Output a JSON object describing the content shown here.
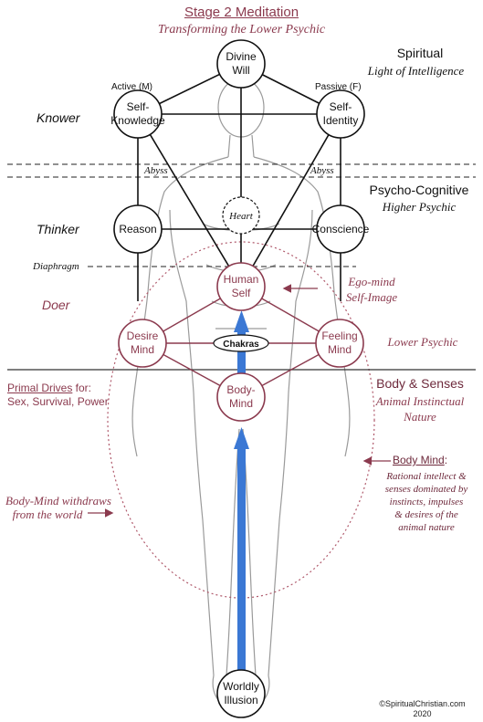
{
  "header": {
    "title": "Stage 2 Meditation",
    "subtitle": "Transforming the Lower Psychic"
  },
  "levels": {
    "spiritual": {
      "title": "Spiritual",
      "subtitle": "Light of Intelligence"
    },
    "psycho_cognitive": {
      "title": "Psycho-Cognitive",
      "subtitle": "Higher Psychic"
    },
    "lower_psychic": "Lower Psychic",
    "body_senses": {
      "title": "Body & Senses",
      "subtitle_line1": "Animal Instinctual",
      "subtitle_line2": "Nature"
    }
  },
  "side_labels": {
    "knower": "Knower",
    "thinker": "Thinker",
    "doer": "Doer"
  },
  "divider_labels": {
    "abyss_left": "Abyss",
    "abyss_right": "Abyss",
    "diaphragm": "Diaphragm",
    "active": "Active (M)",
    "passive": "Passive (F)"
  },
  "nodes": {
    "divine_will": [
      "Divine",
      "Will"
    ],
    "self_knowledge": [
      "Self-",
      "Knowledge"
    ],
    "self_identity": [
      "Self-",
      "Identity"
    ],
    "heart": "Heart",
    "reason": "Reason",
    "conscience": "Conscience",
    "human_self": [
      "Human",
      "Self"
    ],
    "desire_mind": [
      "Desire",
      "Mind"
    ],
    "feeling_mind": [
      "Feeling",
      "Mind"
    ],
    "chakras": "Chakras",
    "body_mind": [
      "Body-",
      "Mind"
    ],
    "worldly_illusion": [
      "Worldly",
      "Illusion"
    ]
  },
  "annotations": {
    "ego_mind": [
      "Ego-mind",
      "Self-Image"
    ],
    "primal_title": "Primal Drives",
    "primal_suffix": " for:",
    "primal_line2": "Sex, Survival, Power",
    "withdraws": [
      "Body-Mind withdraws",
      "from the world"
    ],
    "body_mind_title": "Body Mind",
    "body_mind_suffix": ":",
    "body_mind_desc": [
      "Rational intellect &",
      "senses dominated by",
      "instincts, impulses",
      "& desires of the",
      "animal nature"
    ]
  },
  "footer": {
    "copyright_line1": "©SpiritualChristian.com",
    "copyright_line2": "2020"
  },
  "colors": {
    "maroon": "#8b3a4e",
    "arrow_blue": "#3b78d4",
    "line_black": "#111111"
  },
  "icons": [
    "upward-arrow-icon",
    "left-arrow-icon",
    "right-arrow-icon",
    "human-figure-sketch"
  ]
}
